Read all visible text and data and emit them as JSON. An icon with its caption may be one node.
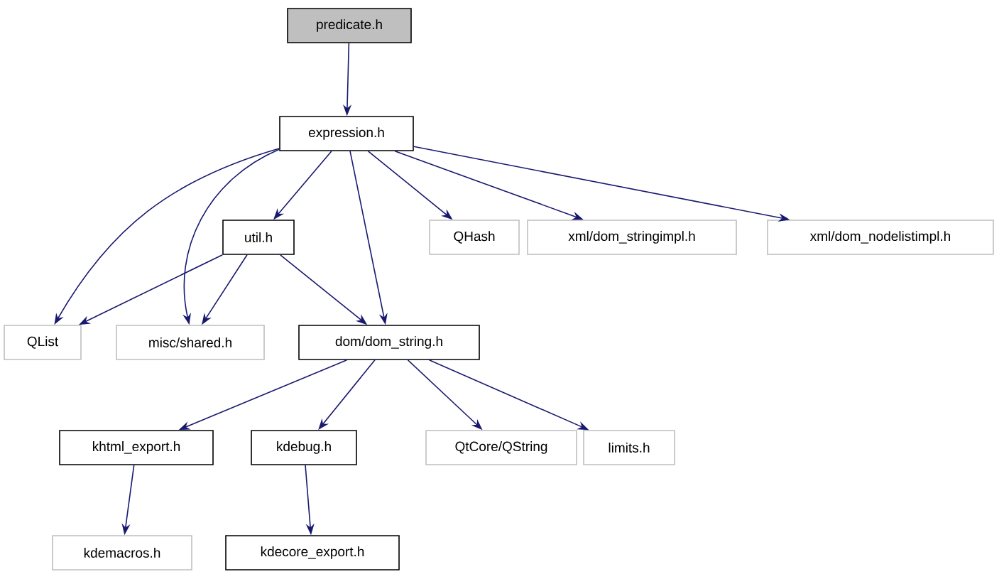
{
  "diagram": {
    "nodes": [
      {
        "text": [
          "predicate.h"
        ]
      },
      {
        "text": [
          "expression.h"
        ]
      },
      {
        "text": [
          "util.h"
        ]
      },
      {
        "text": [
          "QHash"
        ]
      },
      {
        "text": [
          "xml/dom_stringimpl.h"
        ]
      },
      {
        "text": [
          "xml/dom_nodelistimpl.h"
        ]
      },
      {
        "text": [
          "QList"
        ]
      },
      {
        "text": [
          "misc/shared.h"
        ]
      },
      {
        "text": [
          "dom/dom_string.h"
        ]
      },
      {
        "text": [
          "khtml_export.h"
        ]
      },
      {
        "text": [
          "kdebug.h"
        ]
      },
      {
        "text": [
          "QtCore/QString"
        ]
      },
      {
        "text": [
          "limits.h"
        ]
      },
      {
        "text": [
          "kdemacros.h"
        ]
      },
      {
        "text": [
          "kdecore_export.h"
        ]
      }
    ],
    "edges": [
      {
        "from": 0,
        "to": 1,
        "arrow": "to"
      },
      {
        "from": 1,
        "to": 2,
        "arrow": "to"
      },
      {
        "from": 1,
        "to": 3,
        "arrow": "to"
      },
      {
        "from": 1,
        "to": 4,
        "arrow": "to"
      },
      {
        "from": 1,
        "to": 5,
        "arrow": "to"
      },
      {
        "from": 1,
        "to": 6,
        "arrow": "to"
      },
      {
        "from": 1,
        "to": 7,
        "arrow": "to"
      },
      {
        "from": 1,
        "to": 8,
        "arrow": "to"
      },
      {
        "from": 2,
        "to": 6,
        "arrow": "to"
      },
      {
        "from": 2,
        "to": 7,
        "arrow": "to"
      },
      {
        "from": 2,
        "to": 8,
        "arrow": "to"
      },
      {
        "from": 8,
        "to": 9,
        "arrow": "to"
      },
      {
        "from": 8,
        "to": 10,
        "arrow": "to"
      },
      {
        "from": 8,
        "to": 11,
        "arrow": "to"
      },
      {
        "from": 8,
        "to": 12,
        "arrow": "to"
      },
      {
        "from": 9,
        "to": 13,
        "arrow": "to"
      },
      {
        "from": 10,
        "to": 14,
        "arrow": "to"
      }
    ]
  }
}
